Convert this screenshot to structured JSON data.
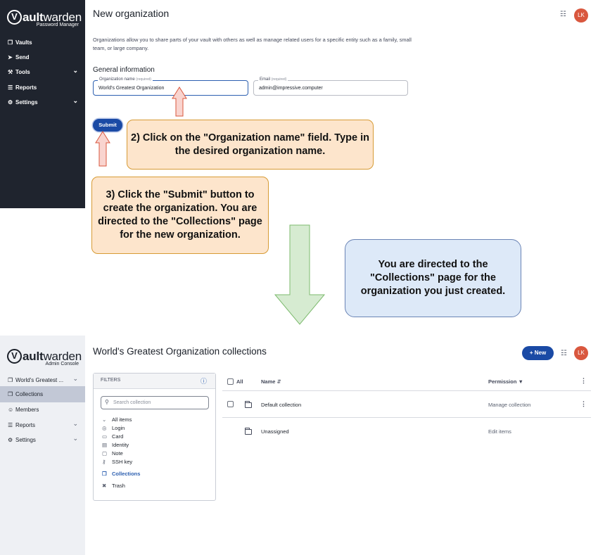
{
  "brand": {
    "name_thin": "V",
    "name_rest_bold": "ault",
    "name_rest": "warden",
    "top_subtitle": "Password Manager",
    "bottom_subtitle": "Admin Console"
  },
  "top": {
    "nav": [
      {
        "icon": "❒",
        "label": "Vaults"
      },
      {
        "icon": "➤",
        "label": "Send"
      },
      {
        "icon": "⚒",
        "label": "Tools",
        "chevron": "⌄"
      },
      {
        "icon": "☰",
        "label": "Reports"
      },
      {
        "icon": "⚙",
        "label": "Settings",
        "chevron": "⌄"
      }
    ],
    "page_title": "New organization",
    "description": "Organizations allow you to share parts of your vault with others as well as manage related users for a specific entity such as a family, small team, or large company.",
    "section_title": "General information",
    "org_name_label": "Organization name",
    "org_name_required": "(required)",
    "org_name_value": "World's Greatest Organization",
    "email_label": "Email",
    "email_required": "(required)",
    "email_value": "admin@impressive.computer",
    "submit_label": "Submit",
    "avatar_initials": "LK",
    "apps_icon": "☷"
  },
  "callouts": {
    "step2": "2) Click on the \"Organization name\" field. Type in the desired organization name.",
    "step3": "3) Click the \"Submit\" button to create the organization.  You are directed to the \"Collections\" page for the new organization.",
    "result": "You are directed to the \"Collections\" page for the organization you just created."
  },
  "bottom": {
    "nav": [
      {
        "icon": "❐",
        "label": "World's Greatest ...",
        "chevron": "⌄"
      },
      {
        "icon": "❒",
        "label": "Collections"
      },
      {
        "icon": "☺",
        "label": "Members"
      },
      {
        "icon": "☰",
        "label": "Reports",
        "chevron": "⌄"
      },
      {
        "icon": "⚙",
        "label": "Settings",
        "chevron": "⌄"
      }
    ],
    "page_title": "World's Greatest Organization collections",
    "new_button": "+ New",
    "avatar_initials": "LK",
    "filters_title": "FILTERS",
    "search_placeholder": "Search collection",
    "filter_items": [
      {
        "icon": "⌄",
        "label": "All items"
      },
      {
        "icon": "◎",
        "label": "Login"
      },
      {
        "icon": "▭",
        "label": "Card"
      },
      {
        "icon": "▤",
        "label": "Identity"
      },
      {
        "icon": "▢",
        "label": "Note"
      },
      {
        "icon": "⚷",
        "label": "SSH key"
      },
      {
        "icon": "❒",
        "label": "Collections"
      },
      {
        "icon": "✖",
        "label": "Trash"
      }
    ],
    "table": {
      "col_all": "All",
      "col_name": "Name",
      "col_permission": "Permission",
      "rows": [
        {
          "name": "Default collection",
          "permission": "Manage collection"
        },
        {
          "name": "Unassigned",
          "permission": "Edit items"
        }
      ]
    }
  },
  "colors": {
    "accent": "#1a4aa5",
    "callout_orange_bg": "#fde5cc",
    "callout_blue_bg": "#dde9f8",
    "arrow_pink": "#f9d4cf",
    "arrow_green": "#d6ebd1"
  }
}
